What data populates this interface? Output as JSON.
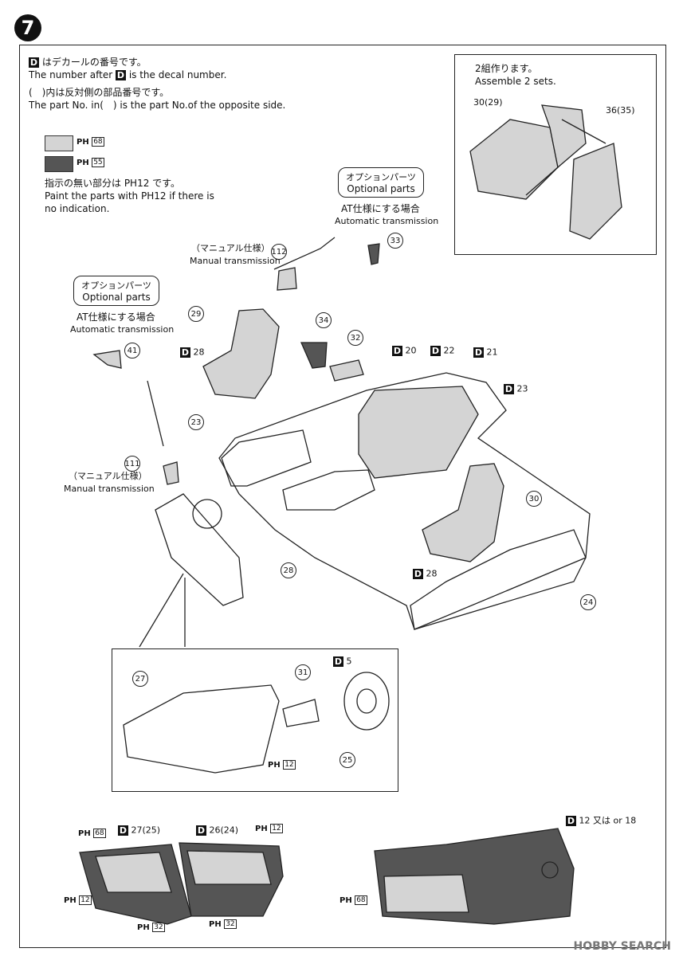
{
  "step_number": "7",
  "legend": {
    "decal_line_jp": "はデカールの番号です。",
    "decal_line_en_pre": "The number after",
    "decal_line_en_post": "is the decal number.",
    "opposite_jp": "(　)内は反対側の部品番号です。",
    "opposite_en": "The part No. in(　) is the part No.of the opposite side.",
    "d_marker": "D",
    "paint_light": "68",
    "paint_dark": "55",
    "paint_prefix": "PH",
    "indication_jp": "指示の無い部分は PH12 です。",
    "indication_en_1": "Paint the parts with PH12 if there is",
    "indication_en_2": "no indication.",
    "color_light": "#d4d4d4",
    "color_dark": "#555555"
  },
  "assemble_box": {
    "line_jp": "2組作ります。",
    "line_en": "Assemble 2 sets.",
    "part_a": "30(29)",
    "part_b": "36(35)"
  },
  "option_right": {
    "title_jp": "オプションパーツ",
    "title_en": "Optional parts",
    "cond_jp": "AT仕様にする場合",
    "cond_en": "Automatic transmission",
    "part": "33"
  },
  "option_left": {
    "title_jp": "オプションパーツ",
    "title_en": "Optional parts",
    "cond_jp": "AT仕様にする場合",
    "cond_en": "Automatic transmission",
    "part": "41"
  },
  "manual_top": {
    "jp": "（マニュアル仕様）",
    "en": "Manual transmission",
    "part": "112"
  },
  "manual_left": {
    "jp": "（マニュアル仕様）",
    "en": "Manual transmission",
    "part": "111"
  },
  "main_callouts": {
    "p29": "29",
    "d28a": "28",
    "p34": "34",
    "p32": "32",
    "d20": "20",
    "d22": "22",
    "d21": "21",
    "d23": "23",
    "p23": "23",
    "p30": "30",
    "d28b": "28",
    "p28": "28",
    "p24": "24"
  },
  "dash_box": {
    "p27": "27",
    "p31": "31",
    "d5": "5",
    "p25": "25",
    "ph12": "12"
  },
  "bottom_left": {
    "ph68": "68",
    "d27": "27(25)",
    "d26": "26(24)",
    "ph12a": "12",
    "ph12b": "12",
    "ph32a": "32",
    "ph32b": "32"
  },
  "bottom_right": {
    "d12": "12",
    "or_jp": "又は",
    "or_en": "or",
    "d18": "18",
    "ph68": "68"
  },
  "watermark": "HOBBY SEARCH"
}
